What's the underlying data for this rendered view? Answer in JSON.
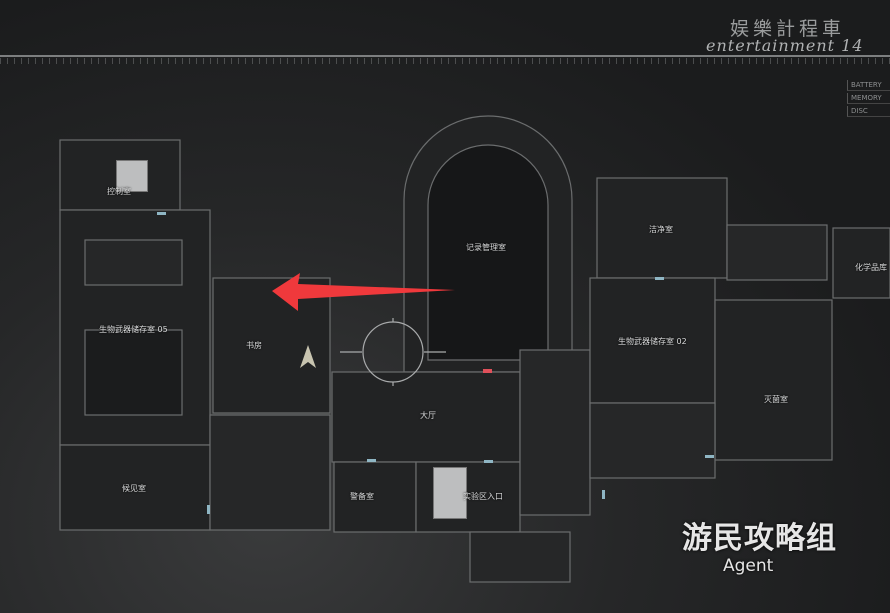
{
  "header": {
    "logo_cn": "娱樂計程車",
    "logo_en": "entertainment 14"
  },
  "status_panel": [
    "BATTERY",
    "MEMORY",
    "DISC"
  ],
  "rooms": {
    "control_room": "控制室",
    "bioweapon_storage_05": "生物武器储存室 05",
    "study": "书房",
    "records_room": "记录管理室",
    "clean_room": "洁净室",
    "chemical_storage": "化学品库",
    "bioweapon_storage_02": "生物武器储存室 02",
    "sterilization_room": "灭菌室",
    "lobby": "大厅",
    "waiting_room": "候见室",
    "security_room": "警备室",
    "lab_entrance": "实验区入口"
  },
  "player_marker": {
    "icon": "player-arrow-icon",
    "color": "#c8c4b0"
  },
  "annotation_arrow": {
    "icon": "red-arrow-icon",
    "color": "#f0393c"
  },
  "watermark": {
    "title": "游民攻略组",
    "subtitle": "Agent"
  }
}
